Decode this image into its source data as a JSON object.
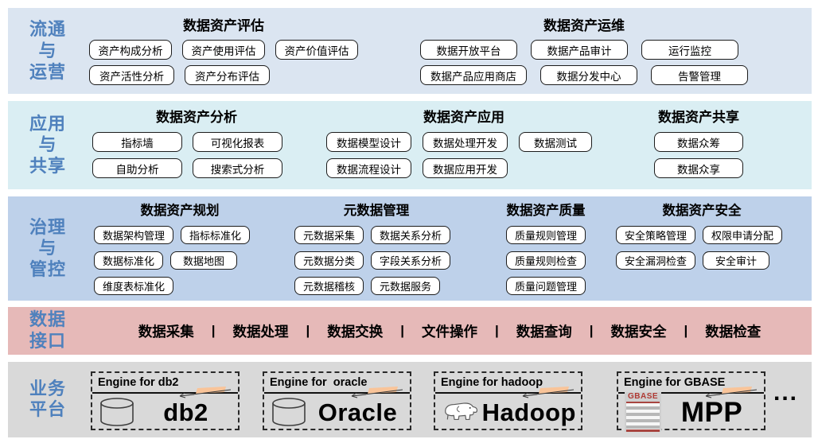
{
  "colors": {
    "band_circulation_bg": "#dbe5f1",
    "band_application_bg": "#daeef3",
    "band_governance_bg": "#bed1ea",
    "band_interface_bg": "#e6b9b8",
    "band_platform_bg": "#d9d9d9",
    "side_label_blue": "#4f81bd",
    "module_box_bg": "#ffffff",
    "module_box_border": "#1c1c1c",
    "arrow_highlight_orange": "#f9c499",
    "gbase_red": "#b03a34"
  },
  "bands": [
    {
      "id": "circulation-operations",
      "label": "流通\n与\n运营",
      "sections": [
        {
          "title": "数据资产评估",
          "rows": [
            [
              "资产构成分析",
              "资产使用评估",
              "资产价值评估"
            ],
            [
              "资产活性分析",
              "资产分布评估"
            ]
          ]
        },
        {
          "title": "数据资产运维",
          "rows": [
            [
              "数据开放平台",
              "数据产品审计",
              "运行监控"
            ],
            [
              "数据产品应用商店",
              "数据分发中心",
              "告警管理"
            ]
          ]
        }
      ]
    },
    {
      "id": "application-sharing",
      "label": "应用\n与\n共享",
      "sections": [
        {
          "title": "数据资产分析",
          "rows": [
            [
              "指标墙",
              "可视化报表"
            ],
            [
              "自助分析",
              "搜索式分析"
            ]
          ]
        },
        {
          "title": "数据资产应用",
          "rows": [
            [
              "数据模型设计",
              "数据处理开发",
              "数据测试"
            ],
            [
              "数据流程设计",
              "数据应用开发"
            ]
          ]
        },
        {
          "title": "数据资产共享",
          "rows": [
            [
              "数据众筹"
            ],
            [
              "数据众享"
            ]
          ]
        }
      ]
    },
    {
      "id": "governance-control",
      "label": "治理\n与\n管控",
      "sections": [
        {
          "title": "数据资产规划",
          "rows": [
            [
              "数据架构管理",
              "指标标准化"
            ],
            [
              "数据标准化",
              "数据地图"
            ],
            [
              "维度表标准化"
            ]
          ]
        },
        {
          "title": "元数据管理",
          "rows": [
            [
              "元数据采集",
              "数据关系分析"
            ],
            [
              "元数据分类",
              "字段关系分析"
            ],
            [
              "元数据稽核",
              "元数据服务"
            ]
          ]
        },
        {
          "title": "数据资产质量",
          "rows": [
            [
              "质量规则管理"
            ],
            [
              "质量规则检查"
            ],
            [
              "质量问题管理"
            ]
          ]
        },
        {
          "title": "数据资产安全",
          "rows": [
            [
              "安全策略管理",
              "权限申请分配"
            ],
            [
              "安全漏洞检查",
              "安全审计"
            ]
          ]
        }
      ]
    },
    {
      "id": "data-interface",
      "label": "数据\n接口",
      "separator": "|",
      "items": [
        "数据采集",
        "数据处理",
        "数据交换",
        "文件操作",
        "数据查询",
        "数据安全",
        "数据检查"
      ]
    },
    {
      "id": "business-platform",
      "label": "业务\n平台",
      "more": "...",
      "engines": [
        {
          "title": "Engine for db2",
          "name": "db2",
          "icon": "database-cylinder-icon"
        },
        {
          "title": "Engine for  oracle",
          "name": "Oracle",
          "icon": "database-cylinder-icon"
        },
        {
          "title": "Engine for hadoop",
          "name": "Hadoop",
          "icon": "hadoop-elephant-icon"
        },
        {
          "title": "Engine for GBASE",
          "name": "MPP",
          "icon": "gbase-logo-icon",
          "logo_text": "GBASE"
        }
      ]
    }
  ]
}
